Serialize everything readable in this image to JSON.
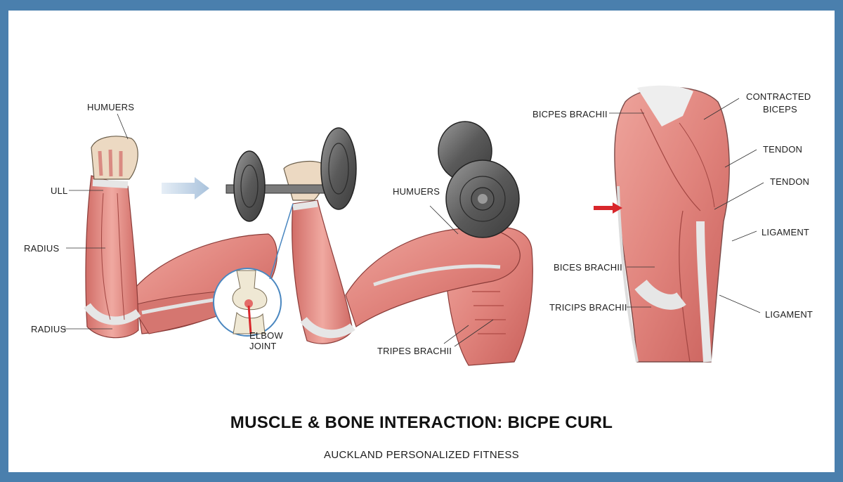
{
  "figure": {
    "title": "MUSCLE & BONE INTERACTION: BICPE CURL",
    "subtitle": "AUCKLAND PERSONALIZED FITNESS",
    "colors": {
      "frame": "#4a7fad",
      "background": "#ffffff",
      "muscle": "#e08a84",
      "muscle_dark": "#c25a55",
      "tendon": "#e6e6e6",
      "bone": "#efe8d4",
      "dumbbell": "#6a6a6a",
      "arrow_blue": "#b9cde2",
      "arrow_red": "#d8262b",
      "inset_ring": "#4a87c0"
    }
  },
  "panels": {
    "left_arm": {
      "labels": [
        "HUMUERS",
        "ULL",
        "RADIUS",
        "RADIUS"
      ]
    },
    "flow_arrow": {
      "icon": "arrow-right-icon"
    },
    "middle_arm": {
      "labels": [
        "ELBOW",
        "JOINT",
        "HUMUERS",
        "TRIPES BRACHII"
      ]
    },
    "right_detail": {
      "labels": [
        "BICPES BRACHII",
        "CONTRACTED",
        "BICEPS",
        "TENDON",
        "TENDON",
        "LIGAMENT",
        "BICES BRACHII",
        "TRICIPS BRACHII",
        "LIGAMENT"
      ]
    }
  }
}
